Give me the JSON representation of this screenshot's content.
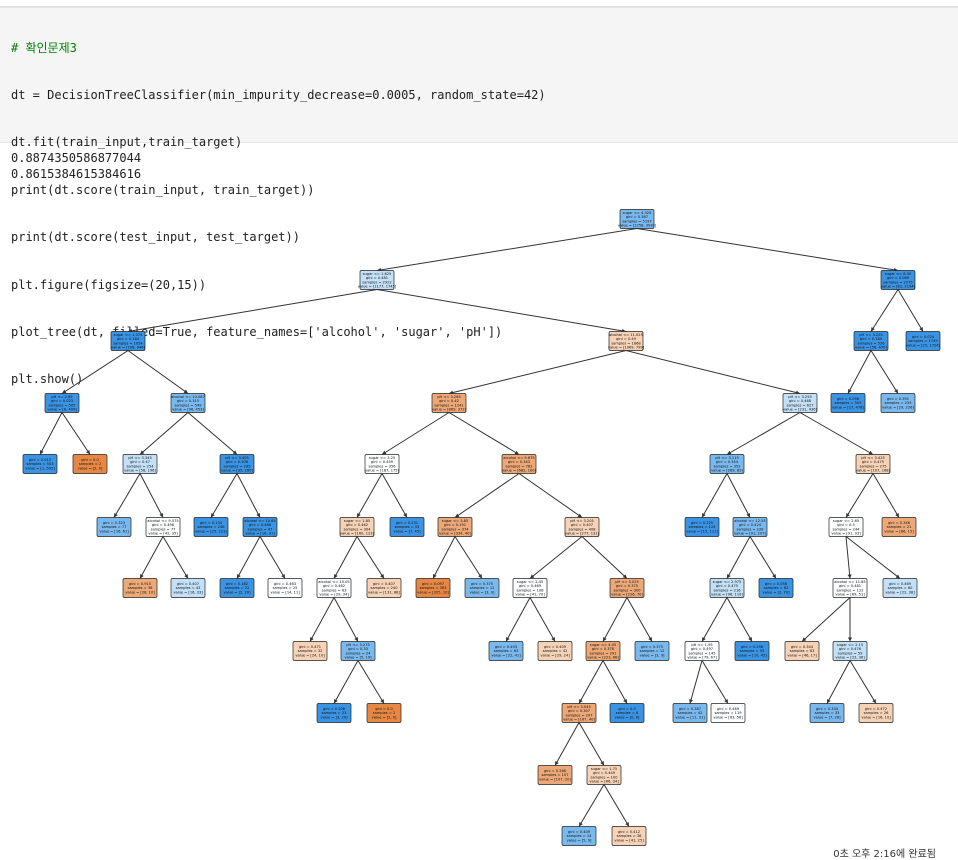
{
  "code_cell": {
    "lines": [
      "# 확인문제3",
      "dt = DecisionTreeClassifier(min_impurity_decrease=0.0005, random_state=42)",
      "dt.fit(train_input,train_target)",
      "print(dt.score(train_input, train_target))",
      "print(dt.score(test_input, test_target))",
      "plt.figure(figsize=(20,15))",
      "plot_tree(dt, filled=True, feature_names=['alcohol', 'sugar', 'pH'])",
      "plt.show()"
    ]
  },
  "output": {
    "train_score": "0.8874350586877044",
    "test_score": "0.8615384615384616"
  },
  "tree": {
    "colors": {
      "blue_strong": "#3a94e3",
      "blue_mid": "#7ab9ee",
      "blue_light": "#c3e0f7",
      "white": "#fbfdff",
      "orange_light": "#f6d2b6",
      "orange_mid": "#eda877",
      "orange_strong": "#e68844",
      "edge": "#333333"
    },
    "nodes": [
      {
        "id": "n0",
        "lines": [
          "sugar <= 4.325",
          "gini = 0.367",
          "samples = 5197",
          "value = [1258, 3939]"
        ],
        "color": "blue_mid"
      },
      {
        "id": "n1",
        "lines": [
          "sugar <= 1.625",
          "gini = 0.481",
          "samples = 2922",
          "value = [1177, 1745]"
        ],
        "color": "blue_light"
      },
      {
        "id": "n2",
        "lines": [
          "sugar <= 8.45",
          "gini = 0.069",
          "samples = 2275",
          "value = [81, 2194]"
        ],
        "color": "blue_strong"
      },
      {
        "id": "n3",
        "lines": [
          "sugar <= 1.375",
          "gini = 0.184",
          "samples = 1054",
          "value = [108, 946]"
        ],
        "color": "blue_strong"
      },
      {
        "id": "n4",
        "lines": [
          "alcohol <= 11.025",
          "gini = 0.49",
          "samples = 1868",
          "value = [1069, 799]"
        ],
        "color": "orange_light"
      },
      {
        "id": "n5",
        "lines": [
          "pH <= 3.255",
          "gini = 0.189",
          "samples = 526",
          "value = [56, 470]"
        ],
        "color": "blue_strong"
      },
      {
        "id": "n6",
        "lines": [
          "gini = 0.024",
          "samples = 1749",
          "value = [25, 1724]"
        ],
        "color": "blue_strong"
      },
      {
        "id": "n7",
        "lines": [
          "pH <= 2.85",
          "gini = 0.023",
          "samples = 505",
          "value = [6, 499]"
        ],
        "color": "blue_strong"
      },
      {
        "id": "n8",
        "lines": [
          "alcohol <= 10.087",
          "gini = 0.315",
          "samples = 549",
          "value = [96, 453]"
        ],
        "color": "blue_mid"
      },
      {
        "id": "n9",
        "lines": [
          "pH <= 3.265",
          "gini = 0.42",
          "samples = 1241",
          "value = [869, 372]"
        ],
        "color": "orange_mid"
      },
      {
        "id": "n10",
        "lines": [
          "pH <= 3.255",
          "gini = 0.468",
          "samples = 627",
          "value = [231, 436]"
        ],
        "color": "blue_light"
      },
      {
        "id": "n11",
        "lines": [
          "gini = 0.098",
          "samples = 505",
          "value = [27, 478]"
        ],
        "color": "blue_strong"
      },
      {
        "id": "n12",
        "lines": [
          "gini = 0.391",
          "samples = 255",
          "value = [29, 226]"
        ],
        "color": "blue_mid"
      },
      {
        "id": "n13",
        "lines": [
          "gini = 0.013",
          "samples = 503",
          "value = [1, 502]"
        ],
        "color": "blue_strong"
      },
      {
        "id": "n14",
        "lines": [
          "gini = 0.0",
          "samples = 2",
          "value = [2, 0]"
        ],
        "color": "orange_strong"
      },
      {
        "id": "n15",
        "lines": [
          "pH <= 3.345",
          "gini = 0.47",
          "samples = 254",
          "value = [58, 196]"
        ],
        "color": "blue_light"
      },
      {
        "id": "n16",
        "lines": [
          "pH <= 3.405",
          "gini = 0.208",
          "samples = 295",
          "value = [35, 260]"
        ],
        "color": "blue_strong"
      },
      {
        "id": "n17",
        "lines": [
          "sugar <= 3.25",
          "gini = 0.499",
          "samples = 356",
          "value = [187, 175]"
        ],
        "color": "white"
      },
      {
        "id": "n18",
        "lines": [
          "alcohol <= 9.675",
          "gini = 0.343",
          "samples = 782",
          "value = [682, 100]"
        ],
        "color": "orange_mid"
      },
      {
        "id": "n19",
        "lines": [
          "pH <= 3.115",
          "gini = 0.354",
          "samples = 352",
          "value = [269, 83]"
        ],
        "color": "blue_mid"
      },
      {
        "id": "n20",
        "lines": [
          "pH <= 3.425",
          "gini = 0.475",
          "samples = 275",
          "value = [107, 168]"
        ],
        "color": "orange_light"
      },
      {
        "id": "n21",
        "lines": [
          "gini = 0.323",
          "samples = 77",
          "value = [16, 61]"
        ],
        "color": "blue_mid"
      },
      {
        "id": "n22",
        "lines": [
          "alcohol <= 9.575",
          "gini = 0.498",
          "samples = 77",
          "value = [42, 35]"
        ],
        "color": "white"
      },
      {
        "id": "n23",
        "lines": [
          "gini = 0.134",
          "samples = 248",
          "value = [25, 223]"
        ],
        "color": "blue_strong"
      },
      {
        "id": "n24",
        "lines": [
          "alcohol <= 10.85",
          "gini = 0.466",
          "samples = 47",
          "value = [16, 31]"
        ],
        "color": "blue_strong"
      },
      {
        "id": "n25",
        "lines": [
          "sugar <= 1.85",
          "gini = 0.462",
          "samples = 304",
          "value = [160, 123]"
        ],
        "color": "orange_light"
      },
      {
        "id": "n26",
        "lines": [
          "gini = 0.231",
          "samples = 52",
          "value = [7, 45]"
        ],
        "color": "blue_strong"
      },
      {
        "id": "n27",
        "lines": [
          "sugar <= 3.85",
          "gini = 0.191",
          "samples = 374",
          "value = [334, 40]"
        ],
        "color": "orange_mid"
      },
      {
        "id": "n28",
        "lines": [
          "pH <= 3.205",
          "gini = 0.407",
          "samples = 408",
          "value = [277, 131]"
        ],
        "color": "orange_light"
      },
      {
        "id": "n29",
        "lines": [
          "gini = 0.225",
          "samples = 124",
          "value = [15, 111]"
        ],
        "color": "blue_strong"
      },
      {
        "id": "n30",
        "lines": [
          "alcohol <= 12.55",
          "gini = 0.424",
          "samples = 228",
          "value = [91, 207]"
        ],
        "color": "blue_mid"
      },
      {
        "id": "n31",
        "lines": [
          "sugar <= 2.65",
          "gini = 0.5",
          "samples = 244",
          "value = [91, 93]"
        ],
        "color": "white"
      },
      {
        "id": "n32",
        "lines": [
          "gini = 0.346",
          "samples = 21",
          "value = [86, 15]"
        ],
        "color": "orange_mid"
      },
      {
        "id": "n33",
        "lines": [
          "gini = 0.915",
          "samples = 36",
          "value = [28, 10]"
        ],
        "color": "orange_mid"
      },
      {
        "id": "n34",
        "lines": [
          "gini = 0.407",
          "samples = 43",
          "value = [16, 33]"
        ],
        "color": "blue_light"
      },
      {
        "id": "n35",
        "lines": [
          "gini = 0.182",
          "samples = 22",
          "value = [2, 20]"
        ],
        "color": "blue_strong"
      },
      {
        "id": "n36",
        "lines": [
          "gini = 0.463",
          "samples = 25",
          "value = [14, 11]"
        ],
        "color": "white"
      },
      {
        "id": "n37",
        "lines": [
          "alcohol <= 10.05",
          "gini = 0.462",
          "samples = 63",
          "value = [29, 34]"
        ],
        "color": "white"
      },
      {
        "id": "n38",
        "lines": [
          "gini = 0.407",
          "samples = 240",
          "value = [131, 88]"
        ],
        "color": "orange_light"
      },
      {
        "id": "n39",
        "lines": [
          "gini = 0.097",
          "samples = 363",
          "value = [325, 10]"
        ],
        "color": "orange_strong"
      },
      {
        "id": "n40",
        "lines": [
          "gini = 0.375",
          "samples = 12",
          "value = [3, 9]"
        ],
        "color": "blue_mid"
      },
      {
        "id": "n41",
        "lines": [
          "sugar <= 2.45",
          "gini = 0.469",
          "samples = 108",
          "value = [41, 70]"
        ],
        "color": "white"
      },
      {
        "id": "n42",
        "lines": [
          "pH <= 3.025",
          "gini = 0.375",
          "samples = 300",
          "value = [226, 70]"
        ],
        "color": "orange_mid"
      },
      {
        "id": "n43",
        "lines": [
          "sugar <= 2.975",
          "gini = 0.475",
          "samples = 216",
          "value = [96, 110]"
        ],
        "color": "blue_light"
      },
      {
        "id": "n44",
        "lines": [
          "gini = 0.058",
          "samples = 62",
          "value = [2, 70]"
        ],
        "color": "blue_strong"
      },
      {
        "id": "n45",
        "lines": [
          "alcohol <= 11.85",
          "gini = 0.481",
          "samples = 122",
          "value = [69, 51]"
        ],
        "color": "white"
      },
      {
        "id": "n46",
        "lines": [
          "gini = 0.469",
          "samples = 60",
          "value = [22, 38]"
        ],
        "color": "blue_light"
      },
      {
        "id": "n47",
        "lines": [
          "gini = 0.471",
          "samples = 32",
          "value = [24, 10]"
        ],
        "color": "orange_light"
      },
      {
        "id": "n48",
        "lines": [
          "pH <= 3.275",
          "gini = 0.33",
          "samples = 24",
          "value = [5, 19]"
        ],
        "color": "blue_mid"
      },
      {
        "id": "n49",
        "lines": [
          "gini = 0.493",
          "samples = 63",
          "value = [22, 41]"
        ],
        "color": "blue_mid"
      },
      {
        "id": "n50",
        "lines": [
          "gini = 0.409",
          "samples = 42",
          "value = [29, 24]"
        ],
        "color": "orange_light"
      },
      {
        "id": "n51",
        "lines": [
          "sugar <= 4.05",
          "gini = 0.378",
          "samples = 291",
          "value = [223, 68]"
        ],
        "color": "orange_mid"
      },
      {
        "id": "n52",
        "lines": [
          "gini = 0.375",
          "samples = 12",
          "value = [3, 9]"
        ],
        "color": "blue_mid"
      },
      {
        "id": "n53",
        "lines": [
          "pH <= 1.95",
          "gini = 0.497",
          "samples = 145",
          "value = [79, 67]"
        ],
        "color": "white"
      },
      {
        "id": "n54",
        "lines": [
          "gini = 0.298",
          "samples = 55",
          "value = [10, 45]"
        ],
        "color": "blue_strong"
      },
      {
        "id": "n55",
        "lines": [
          "gini = 0.344",
          "samples = 63",
          "value = [46, 17]"
        ],
        "color": "orange_light"
      },
      {
        "id": "n56",
        "lines": [
          "sugar <= 2.15",
          "gini = 0.476",
          "samples = 59",
          "value = [23, 36]"
        ],
        "color": "blue_light"
      },
      {
        "id": "n57",
        "lines": [
          "gini = 0.208",
          "samples = 23",
          "value = [3, 20]"
        ],
        "color": "blue_strong"
      },
      {
        "id": "n58",
        "lines": [
          "gini = 0.0",
          "samples = 2",
          "value = [2, 0]"
        ],
        "color": "orange_strong"
      },
      {
        "id": "n59",
        "lines": [
          "pH <= 3.045",
          "gini = 0.307",
          "samples = 207",
          "value = [167, 40]"
        ],
        "color": "orange_mid"
      },
      {
        "id": "n60",
        "lines": [
          "gini = 0.0",
          "samples = 8",
          "value = [0, 8]"
        ],
        "color": "blue_strong"
      },
      {
        "id": "n61",
        "lines": [
          "gini = 0.387",
          "samples = 42",
          "value = [11, 31]"
        ],
        "color": "blue_mid"
      },
      {
        "id": "n62",
        "lines": [
          "gini = 0.469",
          "samples = 119",
          "value = [63, 56]"
        ],
        "color": "white"
      },
      {
        "id": "n63",
        "lines": [
          "gini = 0.334",
          "samples = 33",
          "value = [7, 26]"
        ],
        "color": "blue_mid"
      },
      {
        "id": "n64",
        "lines": [
          "gini = 0.472",
          "samples = 26",
          "value = [16, 10]"
        ],
        "color": "orange_light"
      },
      {
        "id": "n65",
        "lines": [
          "gini = 0.268",
          "samples = 107",
          "value = [107, 20]"
        ],
        "color": "orange_mid"
      },
      {
        "id": "n66",
        "lines": [
          "sugar <= 1.75",
          "gini = 0.449",
          "samples = 100",
          "value = [66, 34]"
        ],
        "color": "orange_light"
      },
      {
        "id": "n67",
        "lines": [
          "gini = 0.409",
          "samples = 14",
          "value = [5, 9]"
        ],
        "color": "blue_mid"
      },
      {
        "id": "n68",
        "lines": [
          "gini = 0.412",
          "samples = 36",
          "value = [41, 25]"
        ],
        "color": "orange_light"
      }
    ],
    "edges": [
      [
        "n0",
        "n1"
      ],
      [
        "n0",
        "n2"
      ],
      [
        "n1",
        "n3"
      ],
      [
        "n1",
        "n4"
      ],
      [
        "n2",
        "n5"
      ],
      [
        "n2",
        "n6"
      ],
      [
        "n3",
        "n7"
      ],
      [
        "n3",
        "n8"
      ],
      [
        "n4",
        "n9"
      ],
      [
        "n4",
        "n10"
      ],
      [
        "n5",
        "n11"
      ],
      [
        "n5",
        "n12"
      ],
      [
        "n7",
        "n13"
      ],
      [
        "n7",
        "n14"
      ],
      [
        "n8",
        "n15"
      ],
      [
        "n8",
        "n16"
      ],
      [
        "n9",
        "n17"
      ],
      [
        "n9",
        "n18"
      ],
      [
        "n10",
        "n19"
      ],
      [
        "n10",
        "n20"
      ],
      [
        "n15",
        "n21"
      ],
      [
        "n15",
        "n22"
      ],
      [
        "n16",
        "n23"
      ],
      [
        "n16",
        "n24"
      ],
      [
        "n17",
        "n25"
      ],
      [
        "n17",
        "n26"
      ],
      [
        "n18",
        "n27"
      ],
      [
        "n18",
        "n28"
      ],
      [
        "n19",
        "n29"
      ],
      [
        "n19",
        "n30"
      ],
      [
        "n20",
        "n31"
      ],
      [
        "n20",
        "n32"
      ],
      [
        "n22",
        "n33"
      ],
      [
        "n22",
        "n34"
      ],
      [
        "n24",
        "n35"
      ],
      [
        "n24",
        "n36"
      ],
      [
        "n25",
        "n37"
      ],
      [
        "n25",
        "n38"
      ],
      [
        "n27",
        "n39"
      ],
      [
        "n27",
        "n40"
      ],
      [
        "n28",
        "n41"
      ],
      [
        "n28",
        "n42"
      ],
      [
        "n30",
        "n43"
      ],
      [
        "n30",
        "n44"
      ],
      [
        "n31",
        "n45"
      ],
      [
        "n31",
        "n46"
      ],
      [
        "n37",
        "n47"
      ],
      [
        "n37",
        "n48"
      ],
      [
        "n41",
        "n49"
      ],
      [
        "n41",
        "n50"
      ],
      [
        "n42",
        "n51"
      ],
      [
        "n42",
        "n52"
      ],
      [
        "n43",
        "n53"
      ],
      [
        "n43",
        "n54"
      ],
      [
        "n45",
        "n55"
      ],
      [
        "n45",
        "n56"
      ],
      [
        "n48",
        "n57"
      ],
      [
        "n48",
        "n58"
      ],
      [
        "n51",
        "n59"
      ],
      [
        "n51",
        "n60"
      ],
      [
        "n53",
        "n61"
      ],
      [
        "n53",
        "n62"
      ],
      [
        "n56",
        "n63"
      ],
      [
        "n56",
        "n64"
      ],
      [
        "n59",
        "n65"
      ],
      [
        "n59",
        "n66"
      ],
      [
        "n66",
        "n67"
      ],
      [
        "n66",
        "n68"
      ]
    ]
  },
  "status_bar": {
    "text": "0초    오후 2:16에 완료됨"
  }
}
